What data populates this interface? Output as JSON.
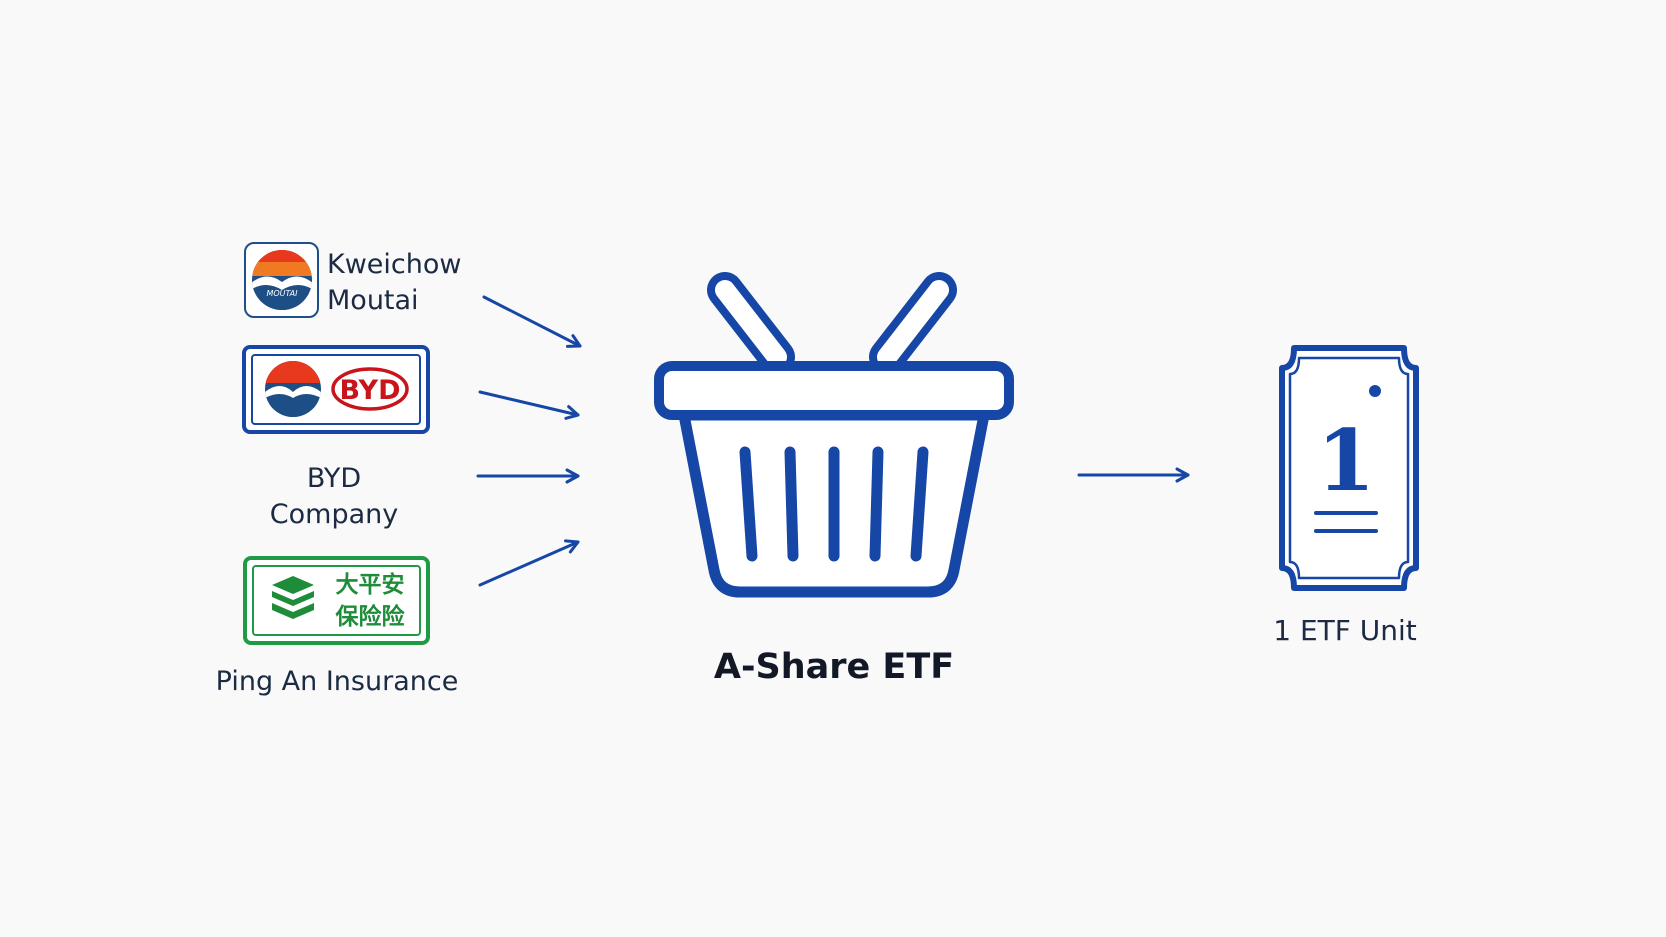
{
  "colors": {
    "background": "#f8f9f8",
    "primary_blue": "#1747a6",
    "text_dark": "#1c2a44",
    "byd_red": "#c8141b",
    "pingan_green": "#1f8c3a",
    "sunset_orange": "#e8571e",
    "sunset_blue": "#1d4f86"
  },
  "holdings": [
    {
      "name_line1": "Kweichow",
      "name_line2": "Moutai",
      "logo": "moutai-logo",
      "logo_text": "MOUTAI"
    },
    {
      "name_line1": "BYD",
      "name_line2": "Company",
      "logo": "byd-logo",
      "logo_text": "BYD"
    },
    {
      "name_line1": "Ping An Insurance",
      "logo": "ping-an-logo",
      "logo_text_line1": "大平安",
      "logo_text_line2": "保险险"
    }
  ],
  "basket": {
    "icon": "shopping-basket-icon",
    "label": "A-Share ETF"
  },
  "unit": {
    "icon": "etf-unit-ticket-icon",
    "number": "1",
    "label": "1 ETF Unit"
  }
}
